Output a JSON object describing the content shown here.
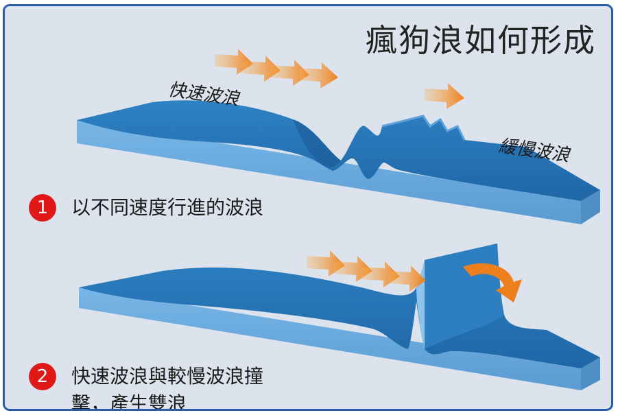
{
  "title": "瘋狗浪如何形成",
  "diagram1": {
    "label_fast": "快速波浪",
    "label_slow": "緩慢波浪"
  },
  "steps": [
    {
      "number": "1",
      "text": "以不同速度行進的波浪"
    },
    {
      "number": "2",
      "text_line1": "快速波浪與較慢波浪撞",
      "text_line2": "擊，產生雙浪"
    }
  ],
  "colors": {
    "background": "#dde3ec",
    "border": "#2a5ea8",
    "water_top": "#2a77b8",
    "water_side": "#6aa9dc",
    "arrow": "#f0902a",
    "badge": "#e01818"
  }
}
